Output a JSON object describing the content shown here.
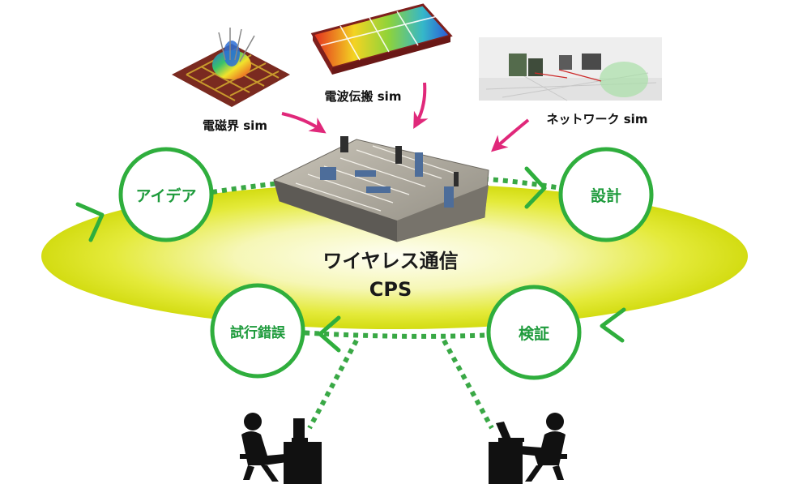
{
  "colors": {
    "cycle_green": "#2fae3d",
    "dotted_green": "#39a845",
    "ellipse_core": "#fbfbe0",
    "ellipse_edge": "#d9e31a",
    "sim_arrow": "#e0287a",
    "person": "#111111"
  },
  "center": {
    "line1": "ワイヤレス通信",
    "line2": "CPS"
  },
  "cycle_nodes": [
    {
      "id": "idea",
      "label": "アイデア"
    },
    {
      "id": "design",
      "label": "設計"
    },
    {
      "id": "verify",
      "label": "検証"
    },
    {
      "id": "trial",
      "label": "試行錯誤"
    }
  ],
  "simulations": [
    {
      "id": "em",
      "label": "電磁界 sim",
      "thumbnail": "antenna-array-radiation-pattern"
    },
    {
      "id": "propagation",
      "label": "電波伝搬 sim",
      "thumbnail": "floor-plan-heatmap"
    },
    {
      "id": "network",
      "label": "ネットワーク sim",
      "thumbnail": "network-3d-view"
    }
  ],
  "icons": {
    "building": "building-3d-model-icon",
    "person_left": "person-at-computer-icon",
    "person_right": "person-at-laptop-icon"
  }
}
